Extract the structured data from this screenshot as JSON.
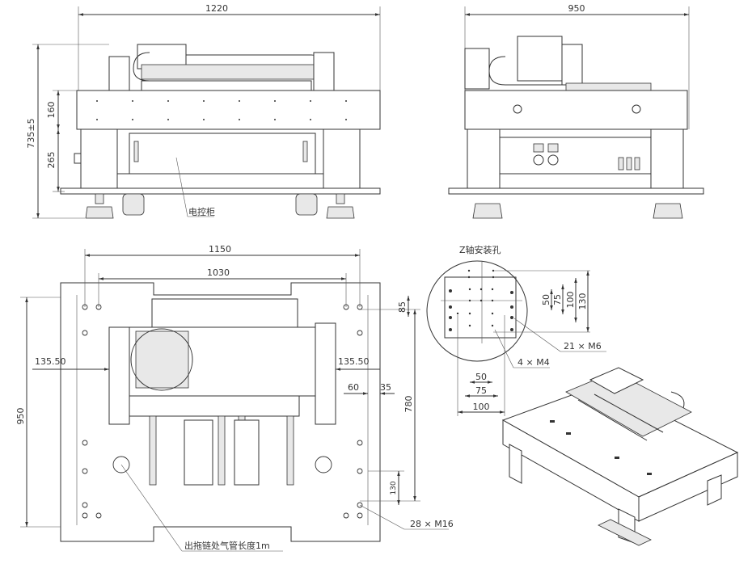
{
  "front_view": {
    "width_dim": "1220",
    "height_total_dim": "735±5",
    "table_height_dim": "160",
    "frame_height_dim": "265",
    "cabinet_label": "电控柜"
  },
  "side_view": {
    "width_dim": "950"
  },
  "top_view": {
    "outer_width_dim": "1150",
    "hole_span_dim": "1030",
    "left_offset_dim": "135.50",
    "right_offset_dim": "135.50",
    "depth_dim": "950",
    "hole_depth_dim": "780",
    "top_offset_dim": "85",
    "small_dim_60": "60",
    "small_dim_35": "35",
    "bottom_offset_dim": "130",
    "hole_callout": "28 × M16",
    "hose_note": "出拖链处气管长度1m"
  },
  "z_axis_detail": {
    "title": "Z轴安装孔",
    "vertical_dims": [
      "50",
      "75",
      "100",
      "130"
    ],
    "horizontal_dims": [
      "50",
      "75",
      "100"
    ],
    "m6_callout": "21 × M6",
    "m4_callout": "4 × M4"
  }
}
